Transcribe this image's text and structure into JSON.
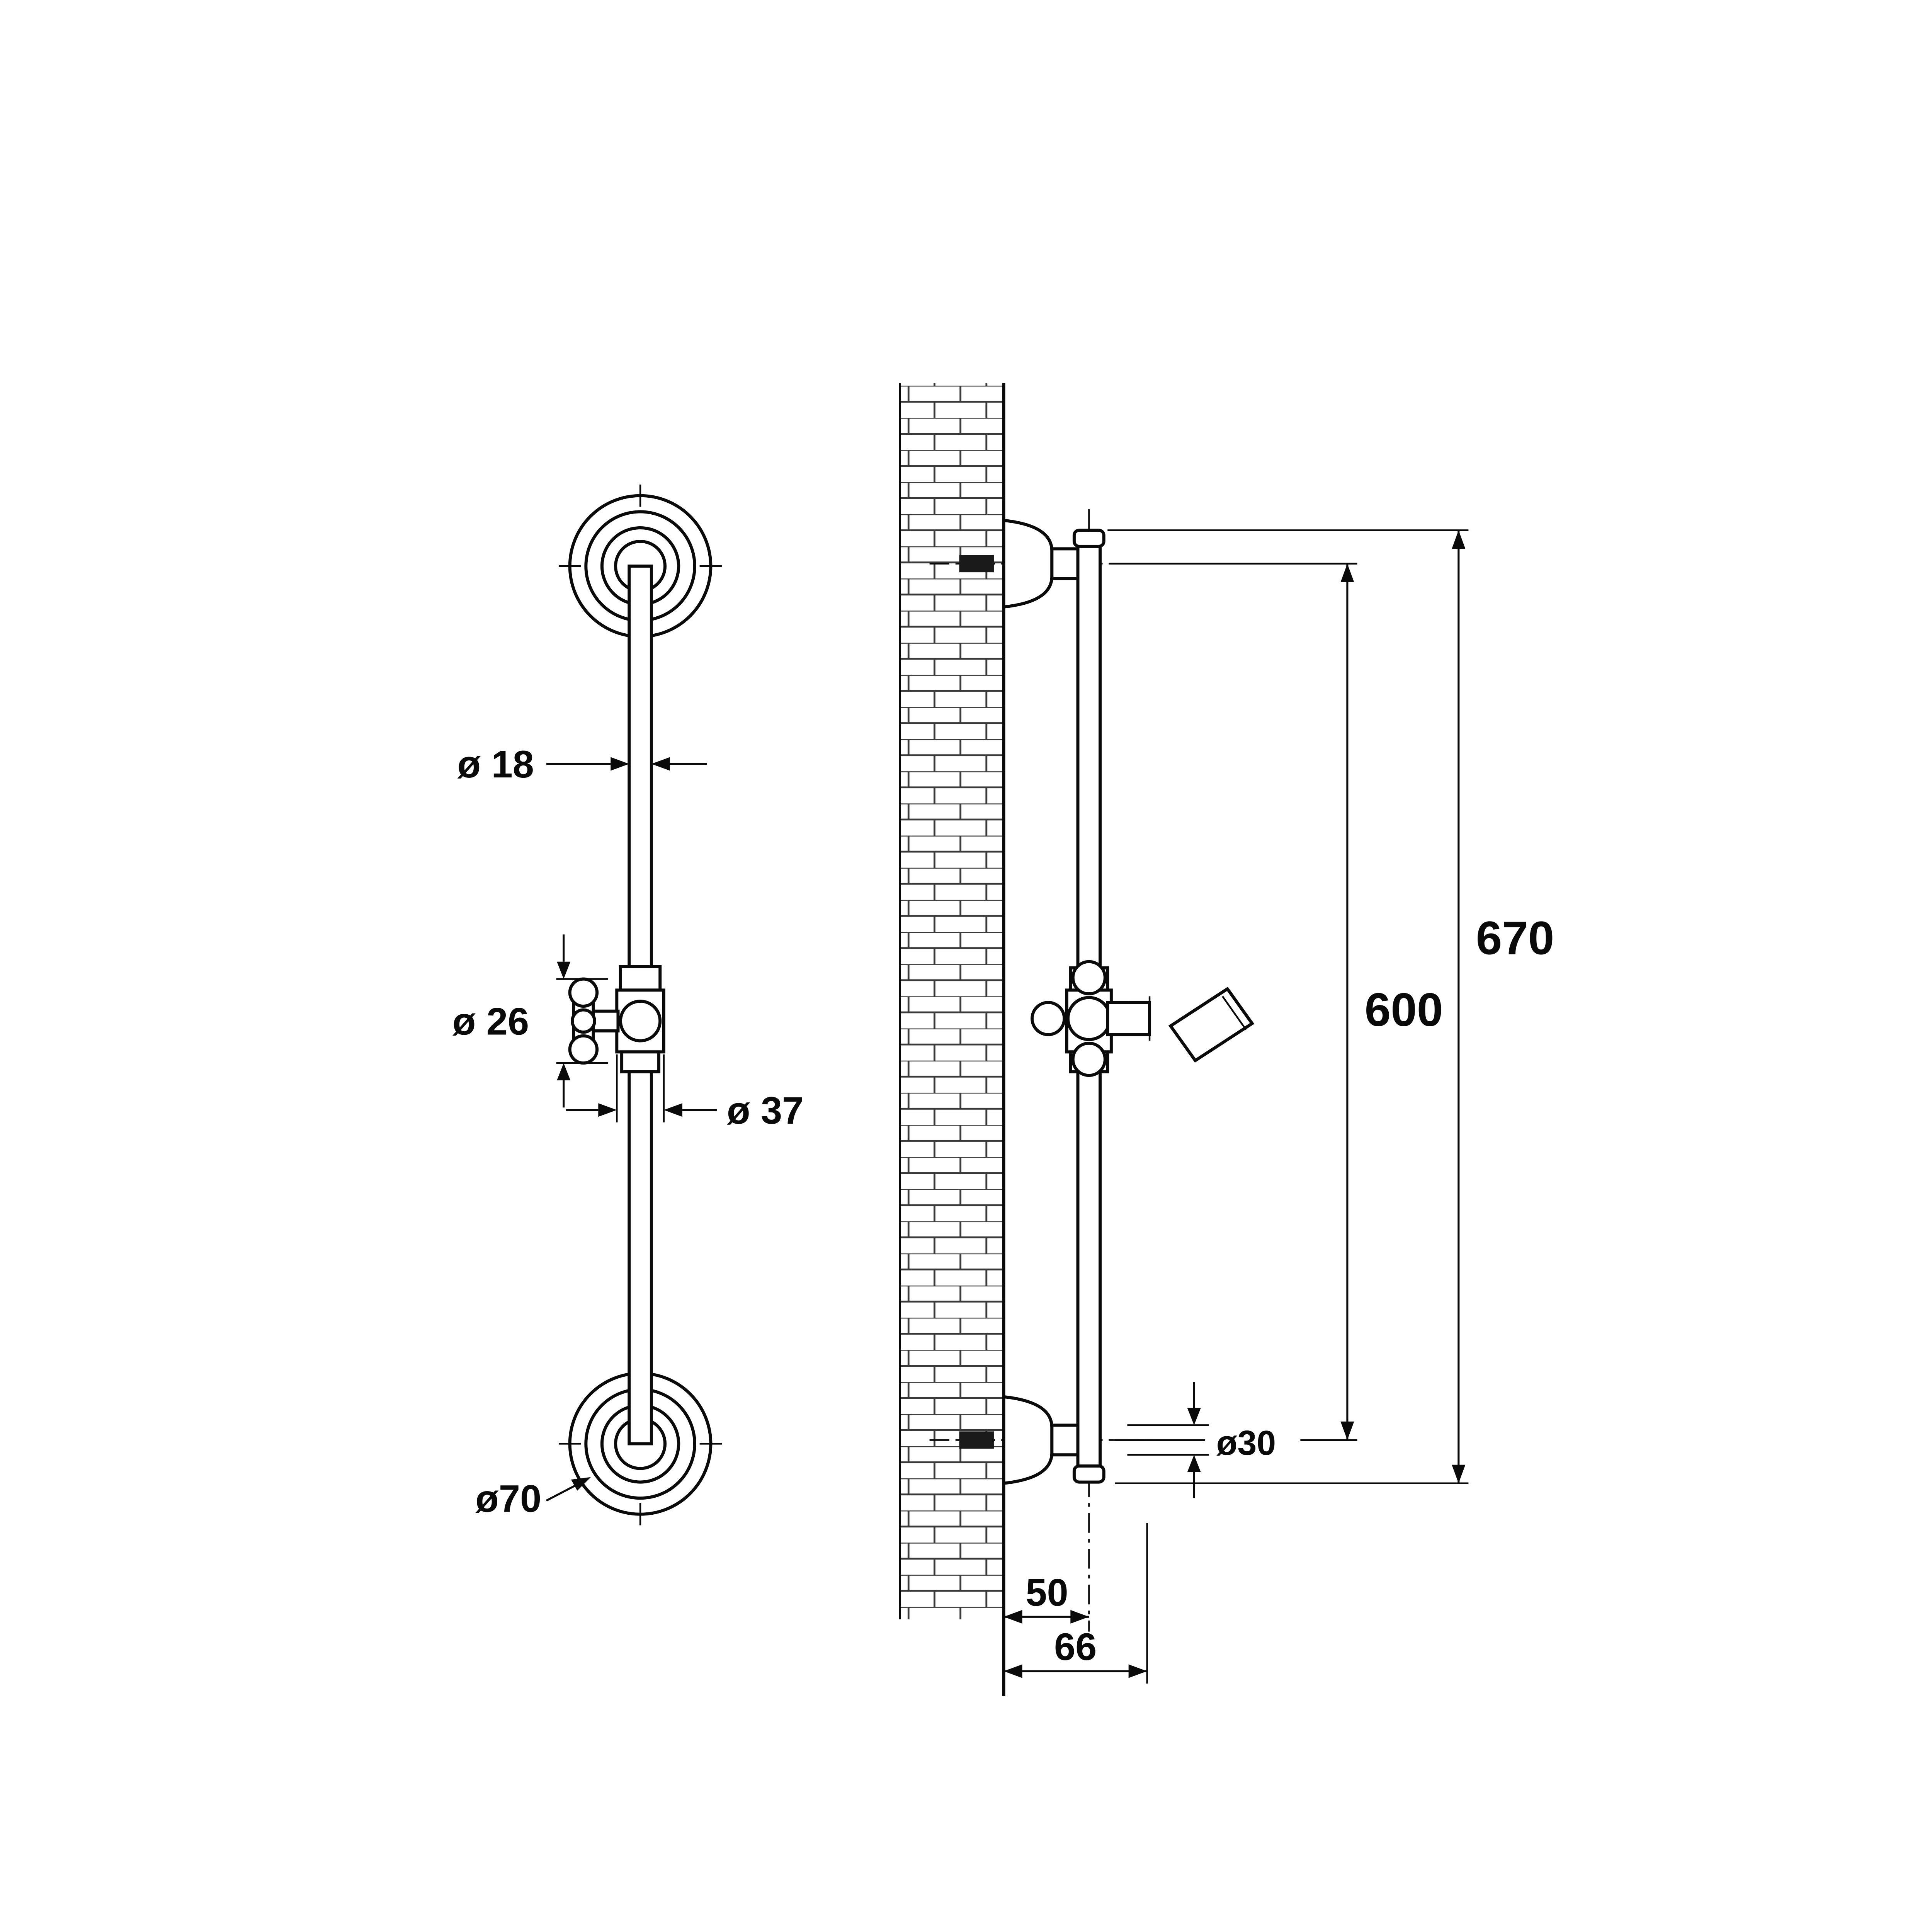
{
  "drawing": {
    "type": "technical-dimension-drawing",
    "subject": "shower slide rail, front and side elevation",
    "line_color": "#0a0a0a",
    "background": "#ffffff"
  },
  "front_view": {
    "dims": {
      "rail_diameter": "ø 18",
      "handle_diameter": "ø 26",
      "slider_diameter": "ø 37",
      "flange_diameter": "ø70"
    }
  },
  "side_view": {
    "dims": {
      "overall_height": "670",
      "fixing_centres": "600",
      "bracket_diameter": "ø30",
      "wall_to_rail_centre": "50",
      "wall_to_front": "66"
    }
  }
}
